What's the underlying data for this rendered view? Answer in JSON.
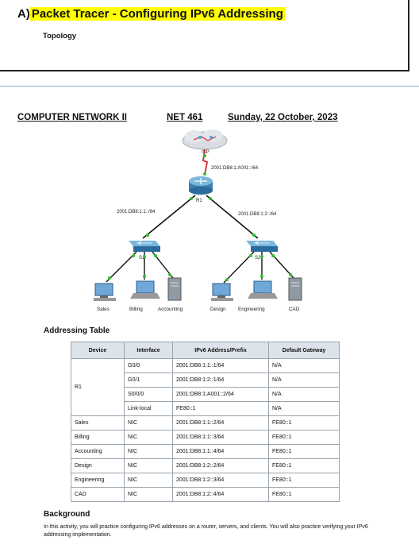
{
  "header": {
    "prefix": "A)",
    "title": "Packet Tracer - Configuring IPv6 Addressing",
    "topology_label": "Topology"
  },
  "course_line": {
    "course": "COMPUTER NETWORK II",
    "code": "NET 461",
    "date": "Sunday, 22 October, 2023"
  },
  "diagram": {
    "isp_label": "ISP",
    "link_isp": "2001:DB8:1:A001::/64",
    "r1_label": "R1",
    "link_left": "2001:DB8:1:1::/64",
    "link_right": "2001:DB8:1:2::/64",
    "s1_label": "S1",
    "s2_label": "S2",
    "devices": [
      "Sales",
      "Billing",
      "Accounting",
      "Design",
      "Engineering",
      "CAD"
    ]
  },
  "addressing": {
    "title": "Addressing Table",
    "headers": [
      "Device",
      "Interface",
      "IPv6 Address/Prefix",
      "Default Gateway"
    ],
    "r1": {
      "device": "R1",
      "rows": [
        {
          "iface": "G0/0",
          "addr": "2001:DB8:1:1::1/64",
          "gw": "N/A"
        },
        {
          "iface": "G0/1",
          "addr": "2001:DB8:1:2::1/64",
          "gw": "N/A"
        },
        {
          "iface": "S0/0/0",
          "addr": "2001:DB8:1:A001::2/64",
          "gw": "N/A"
        },
        {
          "iface": "Link-local",
          "addr": "FE80::1",
          "gw": "N/A"
        }
      ]
    },
    "rows": [
      {
        "device": "Sales",
        "iface": "NIC",
        "addr": "2001:DB8:1:1::2/64",
        "gw": "FE80::1"
      },
      {
        "device": "Billing",
        "iface": "NIC",
        "addr": "2001:DB8:1:1::3/64",
        "gw": "FE80::1"
      },
      {
        "device": "Accounting",
        "iface": "NIC",
        "addr": "2001:DB8:1:1::4/64",
        "gw": "FE80::1"
      },
      {
        "device": "Design",
        "iface": "NIC",
        "addr": "2001:DB8:1:2::2/64",
        "gw": "FE80::1"
      },
      {
        "device": "Engineering",
        "iface": "NIC",
        "addr": "2001:DB8:1:2::3/64",
        "gw": "FE80::1"
      },
      {
        "device": "CAD",
        "iface": "NIC",
        "addr": "2001:DB8:1:2::4/64",
        "gw": "FE80::1"
      }
    ]
  },
  "background": {
    "title": "Background",
    "text": "In this activity, you will practice configuring IPv6 addresses on a router, servers, and clients. You will also practice verifying your IPv6 addressing implementation."
  }
}
